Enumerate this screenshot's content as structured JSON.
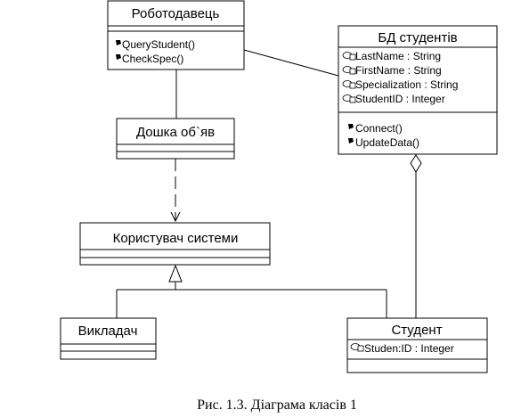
{
  "classes": {
    "employer": {
      "name": "Роботодавець",
      "operations": [
        "QueryStudent()",
        "CheckSpec()"
      ]
    },
    "student_db": {
      "name": "БД студентів",
      "attributes": [
        "LastName : String",
        "FirstName : String",
        "Specialization : String",
        "StudentID : Integer"
      ],
      "operations": [
        "Connect()",
        "UpdateData()"
      ]
    },
    "board": {
      "name": "Дошка об`яв"
    },
    "system_user": {
      "name": "Користувач системи"
    },
    "teacher": {
      "name": "Викладач"
    },
    "student": {
      "name": "Студент",
      "attributes": [
        "Studen:ID : Integer"
      ]
    }
  },
  "caption": "Рис. 1.3.  Діаграма класів 1",
  "icons": {
    "operation": "operation-icon",
    "attribute": "attribute-icon"
  }
}
